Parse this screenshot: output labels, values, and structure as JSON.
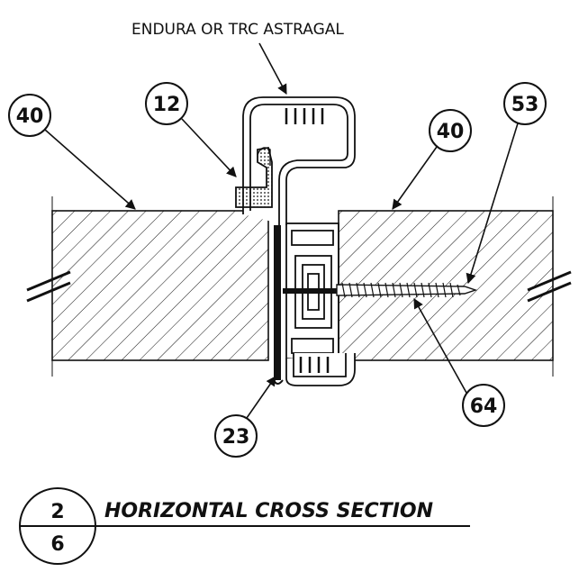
{
  "top_label": "ENDURA OR TRC ASTRAGAL",
  "callouts": {
    "left_panel": "40",
    "weatherstrip": "12",
    "right_panel": "40",
    "screw_tip": "53",
    "door_edge": "23",
    "screw": "64"
  },
  "title": {
    "text": "HORIZONTAL CROSS SECTION",
    "detail_number": "2",
    "sheet_number": "6"
  },
  "colors": {
    "line": "#111111",
    "background": "#ffffff"
  }
}
